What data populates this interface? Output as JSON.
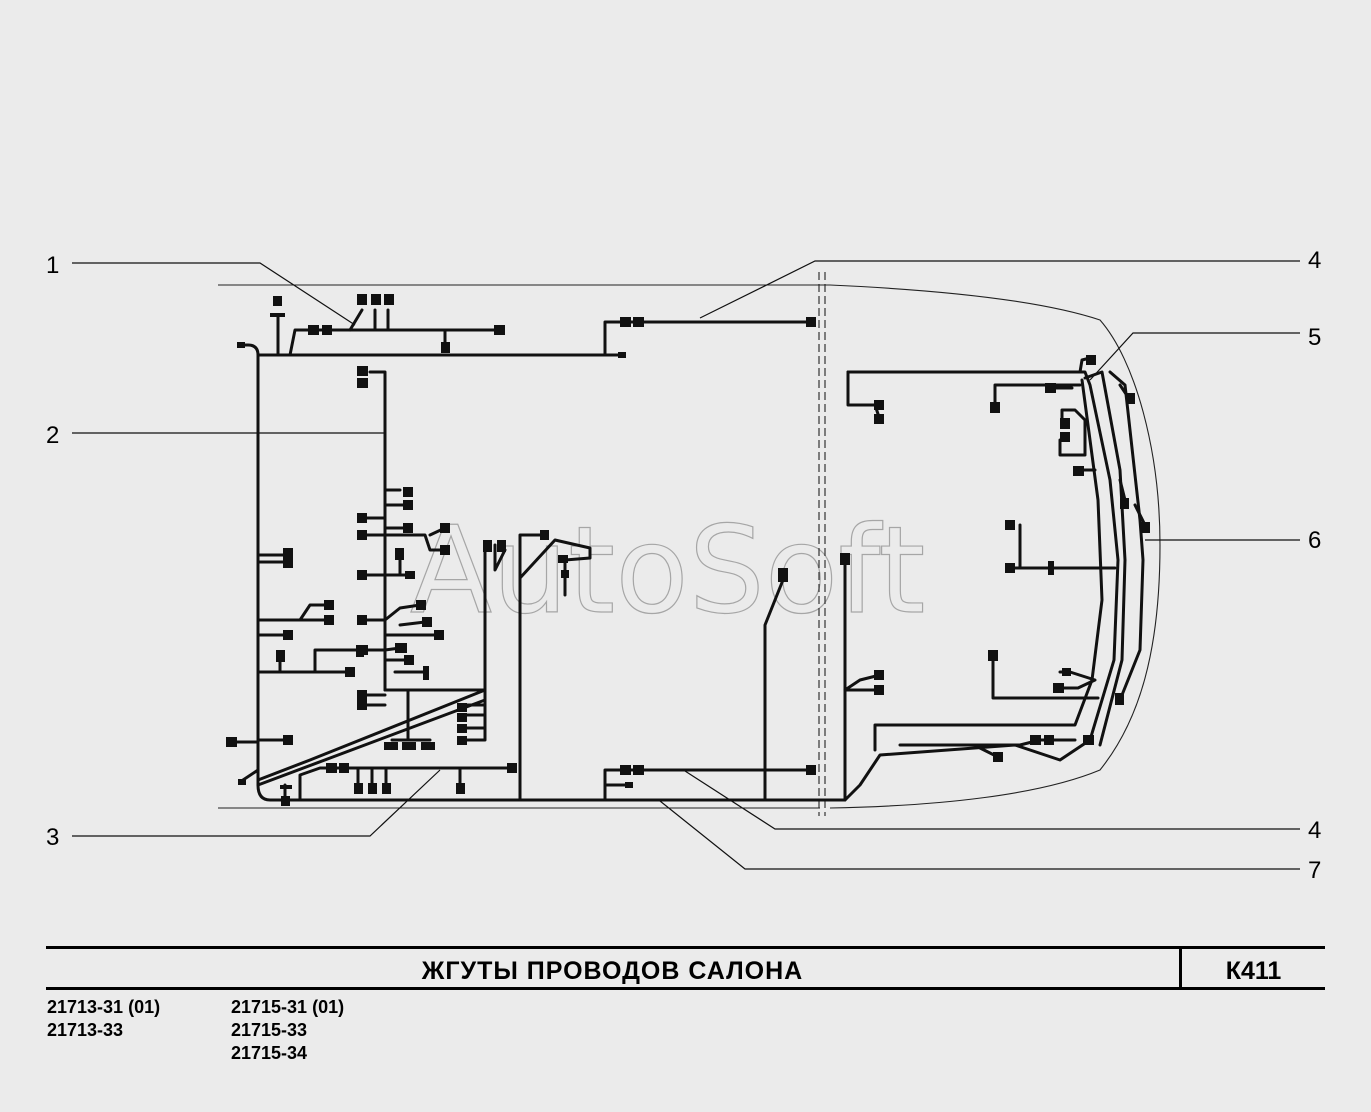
{
  "callouts": [
    "1",
    "2",
    "3",
    "4",
    "4",
    "5",
    "6",
    "7"
  ],
  "watermark": "AutoSoft",
  "title": "ЖГУТЫ   ПРОВОДОВ   САЛОНА",
  "code": "К411",
  "models_left": [
    "21713-31 (01)",
    "21713-33"
  ],
  "models_right": [
    "21715-31 (01)",
    "21715-33",
    "21715-34"
  ]
}
